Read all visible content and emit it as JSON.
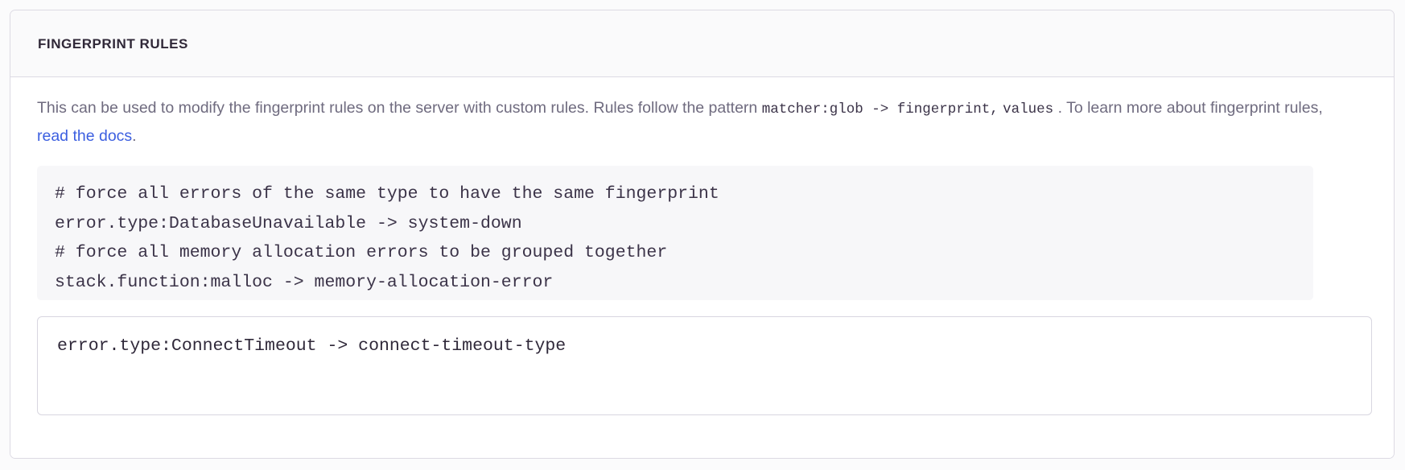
{
  "panel": {
    "title": "FINGERPRINT RULES",
    "description": {
      "segment_1": "This can be used to modify the fingerprint rules on the server with custom rules. Rules follow the pattern ",
      "code_1": "matcher:glob -> fingerprint,",
      "code_2": "values",
      "segment_2": " . To learn more about fingerprint rules, ",
      "link_label": "read the docs",
      "segment_3": "."
    },
    "example_code": "# force all errors of the same type to have the same fingerprint\nerror.type:DatabaseUnavailable -> system-down\n# force all memory allocation errors to be grouped together\nstack.function:malloc -> memory-allocation-error",
    "rules_input": {
      "value": "error.type:ConnectTimeout -> connect-timeout-type",
      "placeholder": ""
    }
  },
  "colors": {
    "panel_border": "#dcdae3",
    "header_bg": "#fafafb",
    "title_text": "#302838",
    "body_text": "#6f6b7f",
    "code_text": "#3b3348",
    "link": "#3c5fe0",
    "code_block_bg": "#f7f7f9",
    "page_bg": "#fbfbfc"
  }
}
